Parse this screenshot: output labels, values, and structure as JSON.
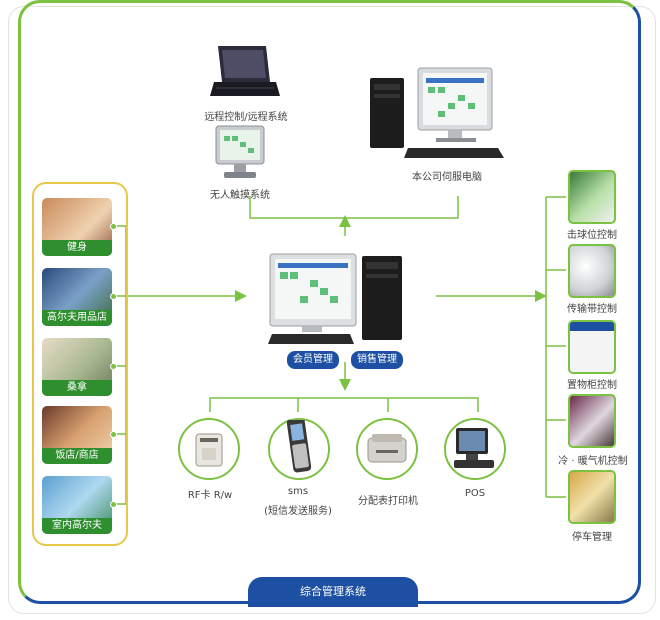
{
  "top": {
    "laptop_caption": "远程控制/远程系统",
    "kiosk_caption": "无人触摸系统",
    "server_caption": "本公司伺服电脑"
  },
  "center": {
    "member_label": "会员管理",
    "sales_label": "销售管理"
  },
  "left_items": [
    {
      "label": "健身"
    },
    {
      "label": "高尔夫用品店"
    },
    {
      "label": "桑拿"
    },
    {
      "label": "饭店/商店"
    },
    {
      "label": "室内高尔夫"
    }
  ],
  "bottom_devices": [
    {
      "label": "RF卡 R/w"
    },
    {
      "label": "sms"
    },
    {
      "sublabel": "(短信发送服务)"
    },
    {
      "label": "分配表打印机"
    },
    {
      "label": "POS"
    }
  ],
  "right_items": [
    {
      "label": "击球位控制"
    },
    {
      "label": "传输带控制"
    },
    {
      "label": "置物柜控制"
    },
    {
      "label": "冷 · 暖气机控制"
    },
    {
      "label": "停车管理"
    }
  ],
  "footer": {
    "title": "综合管理系统"
  },
  "colors": {
    "green": "#7bc142",
    "blue": "#1d4fa3",
    "gold": "#e8c84a"
  }
}
